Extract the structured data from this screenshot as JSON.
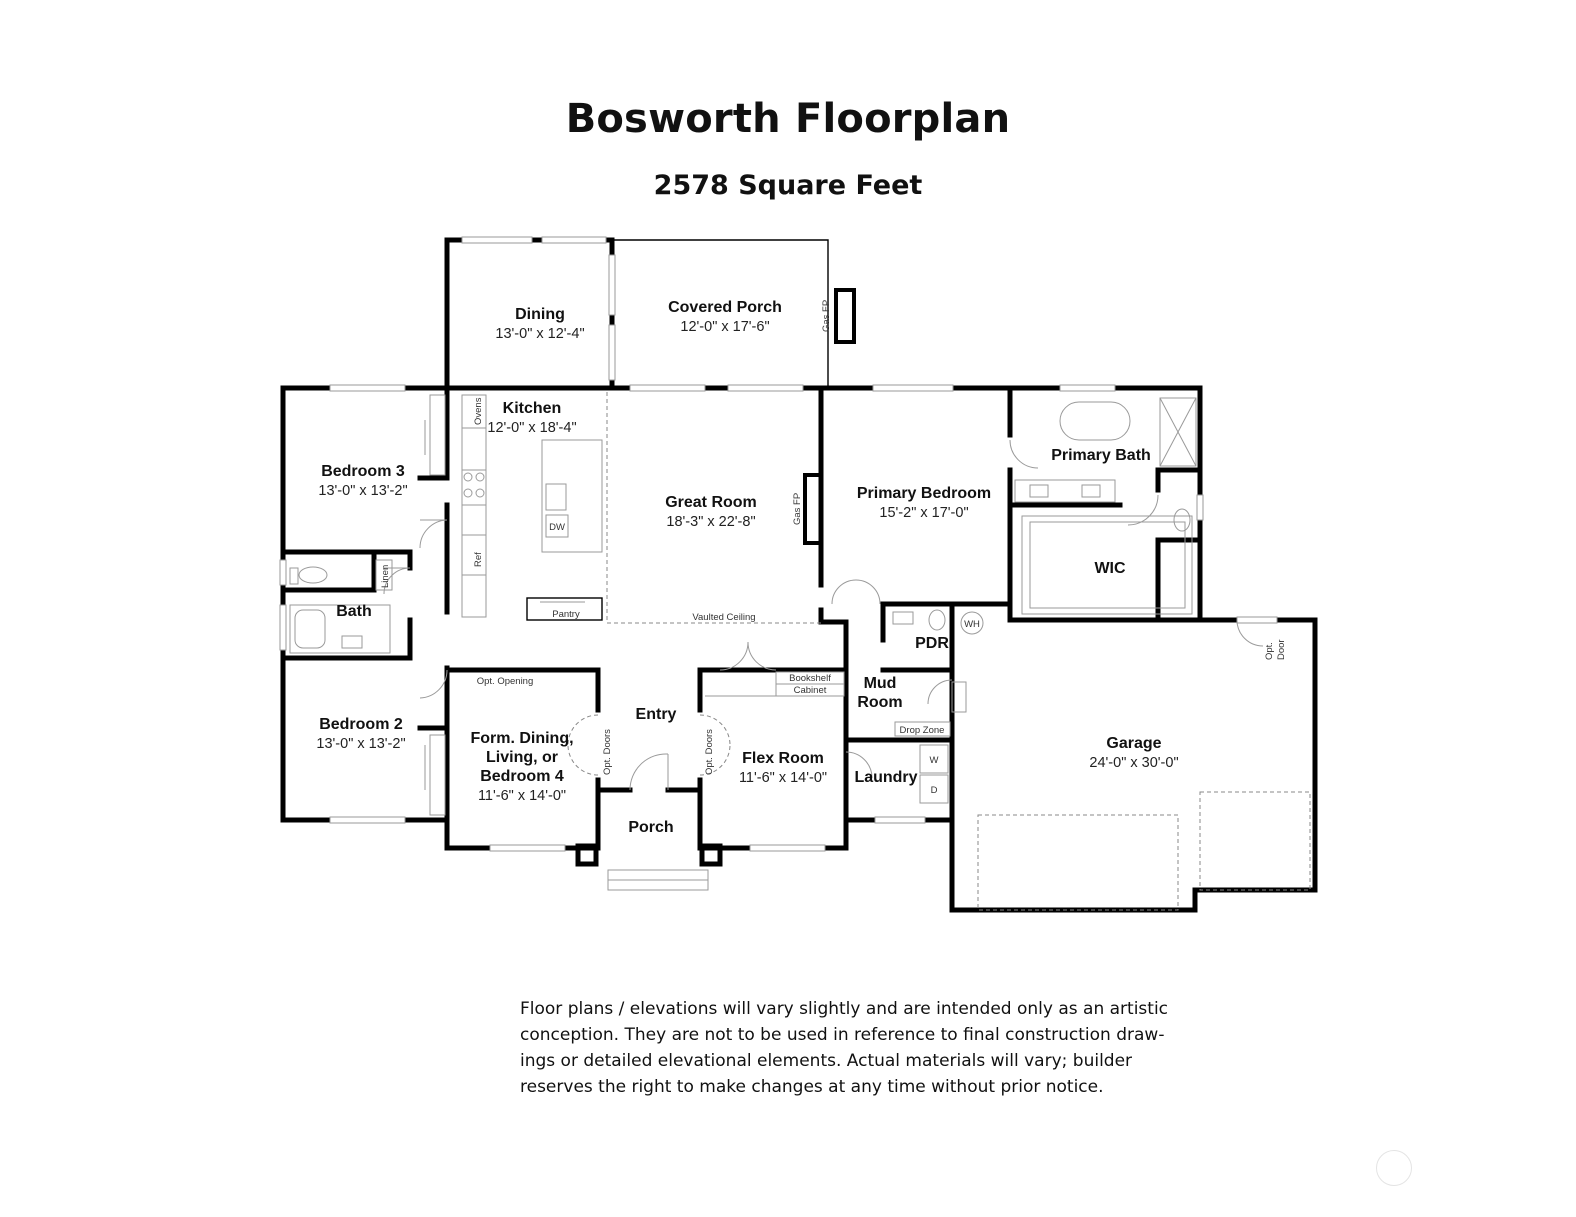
{
  "header": {
    "title": "Bosworth Floorplan",
    "subtitle": "2578 Square Feet"
  },
  "rooms": {
    "dining": {
      "name": "Dining",
      "dims": "13'-0\" x 12'-4\""
    },
    "covered_porch": {
      "name": "Covered Porch",
      "dims": "12'-0\" x 17'-6\""
    },
    "kitchen": {
      "name": "Kitchen",
      "dims": "12'-0\" x 18'-4\""
    },
    "great_room": {
      "name": "Great Room",
      "dims": "18'-3\" x 22'-8\""
    },
    "primary_bedroom": {
      "name": "Primary Bedroom",
      "dims": "15'-2\" x 17'-0\""
    },
    "primary_bath": {
      "name": "Primary Bath"
    },
    "wic": {
      "name": "WIC"
    },
    "bedroom3": {
      "name": "Bedroom 3",
      "dims": "13'-0\" x 13'-2\""
    },
    "bath": {
      "name": "Bath"
    },
    "bedroom2": {
      "name": "Bedroom 2",
      "dims": "13'-0\" x 13'-2\""
    },
    "form_dining": {
      "line1": "Form. Dining,",
      "line2": "Living, or",
      "line3": "Bedroom 4",
      "dims": "11'-6\" x 14'-0\""
    },
    "entry": {
      "name": "Entry"
    },
    "porch": {
      "name": "Porch"
    },
    "flex_room": {
      "name": "Flex Room",
      "dims": "11'-6\" x 14'-0\""
    },
    "pdr": {
      "name": "PDR"
    },
    "mud_room": {
      "line1": "Mud",
      "line2": "Room"
    },
    "laundry": {
      "name": "Laundry"
    },
    "garage": {
      "name": "Garage",
      "dims": "24'-0\" x 30'-0\""
    }
  },
  "fixtures": {
    "gas_fp": "Gas FP",
    "ovens": "Ovens",
    "ref": "Ref",
    "dw": "DW",
    "pantry": "Pantry",
    "linen": "Linen",
    "vaulted": "Vaulted Ceiling",
    "opt_opening": "Opt. Opening",
    "opt_doors": "Opt. Doors",
    "bookshelf": "Bookshelf",
    "cabinet": "Cabinet",
    "drop_zone": "Drop Zone",
    "wh": "WH",
    "washer": "W",
    "dryer": "D",
    "opt": "Opt.",
    "door": "Door"
  },
  "disclaimer": {
    "line1": "Floor plans / elevations will vary slightly and are intended only as an artistic",
    "line2": "conception. They are not to be used in reference to final construction draw-",
    "line3": "ings or detailed elevational elements. Actual materials will vary; builder",
    "line4": "reserves the right to make changes at any time without prior notice."
  }
}
